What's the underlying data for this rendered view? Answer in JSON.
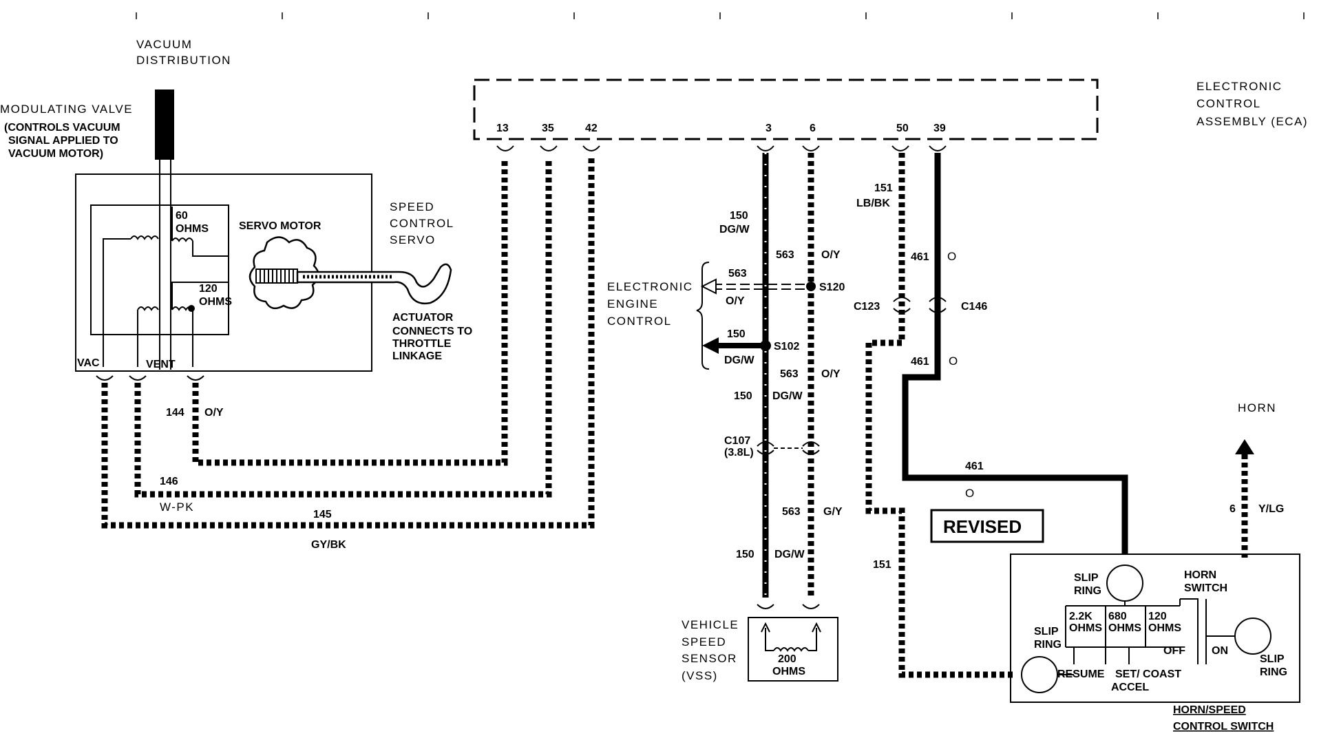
{
  "vacuum_distribution": [
    "VACUUM",
    "DISTRIBUTION"
  ],
  "modulating_valve": [
    "MODULATING VALVE",
    "(CONTROLS VACUUM",
    "SIGNAL APPLIED TO",
    "VACUUM MOTOR)"
  ],
  "servo": {
    "ohms_60": [
      "60",
      "OHMS"
    ],
    "servo_motor": "SERVO MOTOR",
    "ohms_120": [
      "120",
      "OHMS"
    ],
    "speed_control_servo": [
      "SPEED",
      "CONTROL",
      "SERVO"
    ],
    "actuator": [
      "ACTUATOR",
      "CONNECTS TO",
      "THROTTLE",
      "LINKAGE"
    ],
    "vac": "VAC",
    "vent": "VENT"
  },
  "eca": {
    "label": [
      "ELECTRONIC",
      "CONTROL",
      "ASSEMBLY (ECA)"
    ],
    "pins": [
      "13",
      "35",
      "42",
      "3",
      "6",
      "50",
      "39"
    ]
  },
  "eec": [
    "ELECTRONIC",
    "ENGINE",
    "CONTROL"
  ],
  "wires": {
    "w144": "144",
    "w144c": "O/Y",
    "w146": "146",
    "w146c": "W-PK",
    "w145": "145",
    "w145c": "GY/BK",
    "w150a": "150",
    "w150ac": "DG/W",
    "w563a": "563",
    "w563ac": "O/Y",
    "w563b": "563",
    "w563bc": "O/Y",
    "w150b": "150",
    "w150bc": "DG/W",
    "w563c": "563",
    "w563cc": "O/Y",
    "w150c": "150",
    "w150cc": "DG/W",
    "w563d": "563",
    "w563dc": "G/Y",
    "w150d": "150",
    "w150dc": "DG/W",
    "w151a": "151",
    "w151ac": "LB/BK",
    "w461a": "461",
    "w461ac": "O",
    "w461b": "461",
    "w461bc": "O",
    "w461c": "461",
    "w461cc": "O",
    "w151b": "151",
    "w6": "6",
    "w6c": "Y/LG"
  },
  "splices": {
    "s120": "S120",
    "s102": "S102"
  },
  "connectors": {
    "c123": "C123",
    "c146": "C146",
    "c107": "C107",
    "c107_note": "(3.8L)"
  },
  "vss": {
    "label": [
      "VEHICLE",
      "SPEED",
      "SENSOR",
      "(VSS)"
    ],
    "ohms": [
      "200",
      "OHMS"
    ]
  },
  "revised": "REVISED",
  "horn": "HORN",
  "switch": {
    "slip_ring_top": [
      "SLIP",
      "RING"
    ],
    "horn_switch": [
      "HORN",
      "SWITCH"
    ],
    "slip_ring_left": [
      "SLIP",
      "RING"
    ],
    "slip_ring_right": [
      "SLIP",
      "RING"
    ],
    "r1": [
      "2.2K",
      "OHMS"
    ],
    "r2": [
      "680",
      "OHMS"
    ],
    "r3": [
      "120",
      "OHMS"
    ],
    "off": "OFF",
    "on": "ON",
    "resume": "RESUME",
    "set_coast": "SET/ COAST",
    "accel": "ACCEL",
    "title": [
      "HORN/SPEED",
      "CONTROL SWITCH"
    ]
  }
}
